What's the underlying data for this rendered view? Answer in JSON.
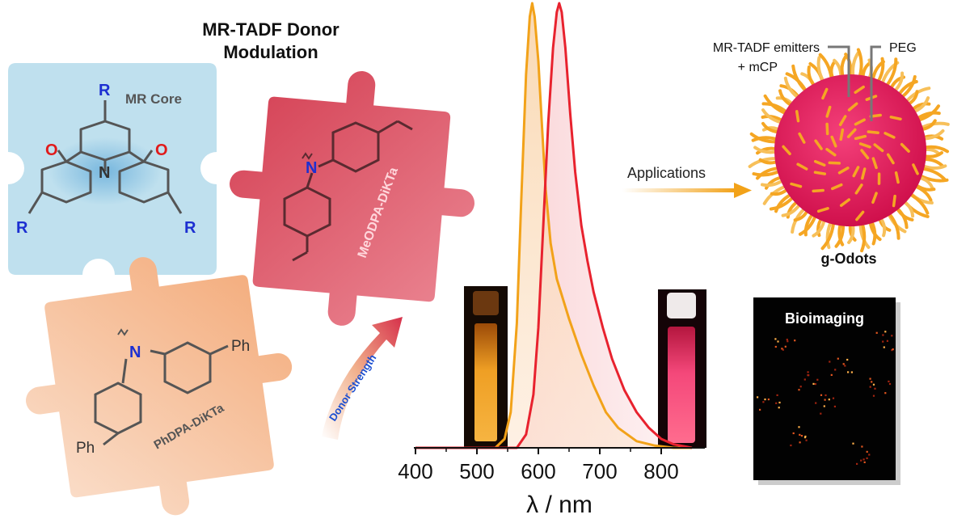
{
  "header": {
    "title_line1": "MR-TADF Donor",
    "title_line2": "Modulation"
  },
  "core_piece": {
    "label": "MR Core",
    "atom_r": "R",
    "atom_o": "O",
    "atom_n": "N"
  },
  "donor_meo": {
    "name": "MeODPA-DiKTa",
    "atom_n": "N"
  },
  "donor_ph": {
    "name": "PhDPA-DiKTa",
    "atom_n": "N",
    "substituent": "Ph"
  },
  "arrow": {
    "label": "Donor Strength"
  },
  "nanoparticle": {
    "label_emitters_line1": "MR-TADF emitters",
    "label_emitters_line2": "+ mCP",
    "label_peg": "PEG",
    "name": "g-Odots",
    "applications_label": "Applications"
  },
  "bioimaging": {
    "label": "Bioimaging"
  },
  "colors": {
    "core_blue": "#bfe0ee",
    "meo_red": "#d9485b",
    "ph_orange": "#f4b58b",
    "orange_series": "#f2a219",
    "red_series": "#e8222e",
    "atom_blue": "#1c2fd1",
    "atom_red": "#e01b1b",
    "dot_magenta": "#e8145a"
  },
  "chart_data": {
    "type": "line",
    "xlabel": "λ / nm",
    "ylabel": "",
    "xlim": [
      400,
      850
    ],
    "ylim": [
      0,
      1.0
    ],
    "xticks": [
      400,
      500,
      600,
      700,
      800
    ],
    "series": [
      {
        "color": "#f2a219",
        "x": [
          400,
          530,
          545,
          555,
          565,
          572,
          580,
          586,
          590,
          594,
          600,
          606,
          612,
          620,
          630,
          650,
          670,
          690,
          710,
          730,
          760,
          790,
          820,
          850
        ],
        "y": [
          0.0,
          0.0,
          0.02,
          0.08,
          0.28,
          0.55,
          0.84,
          0.97,
          1.0,
          0.97,
          0.87,
          0.72,
          0.58,
          0.46,
          0.38,
          0.29,
          0.21,
          0.14,
          0.08,
          0.045,
          0.015,
          0.005,
          0.0,
          0.0
        ]
      },
      {
        "color": "#e8222e",
        "x": [
          400,
          565,
          580,
          592,
          600,
          608,
          616,
          624,
          630,
          634,
          638,
          644,
          652,
          660,
          670,
          680,
          690,
          705,
          720,
          740,
          760,
          780,
          800,
          820,
          850
        ],
        "y": [
          0.0,
          0.0,
          0.03,
          0.12,
          0.27,
          0.5,
          0.73,
          0.9,
          0.98,
          1.0,
          0.98,
          0.9,
          0.75,
          0.62,
          0.5,
          0.42,
          0.35,
          0.27,
          0.2,
          0.13,
          0.08,
          0.045,
          0.02,
          0.008,
          0.0
        ]
      }
    ]
  }
}
